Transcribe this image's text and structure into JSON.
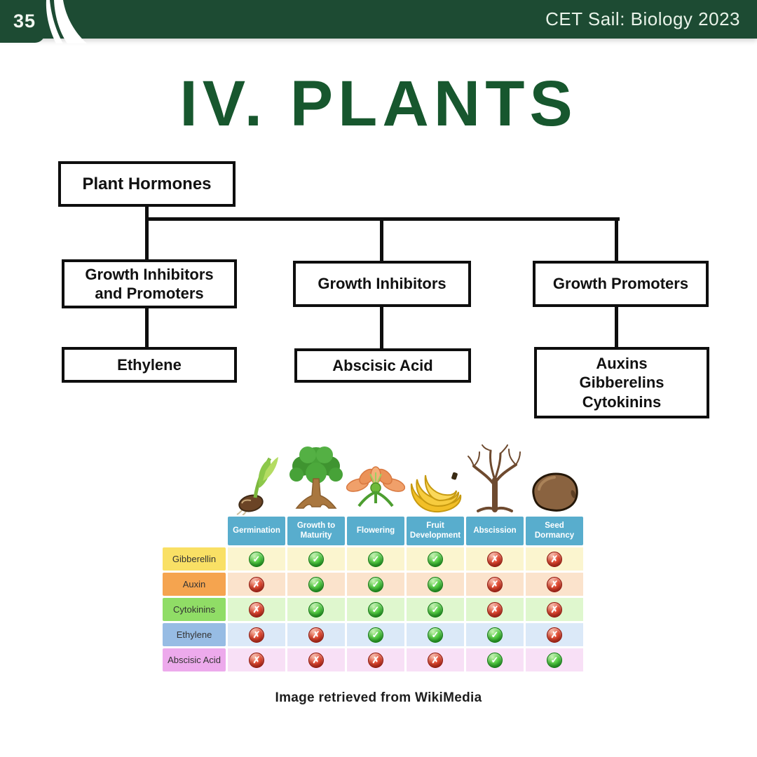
{
  "header": {
    "page_number": "35",
    "title": "CET Sail: Biology 2023",
    "bar_color": "#1d4b33"
  },
  "slide": {
    "title": "IV. PLANTS",
    "title_color": "#17572e",
    "caption": "Image retrieved from WikiMedia"
  },
  "flowchart": {
    "root": "Plant Hormones",
    "branch1": "Growth Inhibitors\nand Promoters",
    "branch2": "Growth Inhibitors",
    "branch3": "Growth Promoters",
    "leaf1": "Ethylene",
    "leaf2": "Abscisic Acid",
    "leaf3": "Auxins\nGibberelins\nCytokinins"
  },
  "icons": [
    "germination-seedling-icon",
    "mature-tree-icon",
    "flower-icon",
    "bananas-icon",
    "bare-tree-icon",
    "dormant-seed-icon"
  ],
  "table": {
    "header_color": "#58adcd",
    "check_color": "#2fa82f",
    "cross_color": "#c2301f",
    "check_glyph": "✓",
    "cross_glyph": "✗",
    "columns": [
      "Germination",
      "Growth to\nMaturity",
      "Flowering",
      "Fruit\nDevelopment",
      "Abscission",
      "Seed\nDormancy"
    ],
    "rows": [
      {
        "label": "Gibberellin",
        "label_color": "#f9e065",
        "row_color": "#fbf5cf",
        "values": [
          true,
          true,
          true,
          true,
          false,
          false
        ]
      },
      {
        "label": "Auxin",
        "label_color": "#f5a44f",
        "row_color": "#fbe3cc",
        "values": [
          false,
          true,
          true,
          true,
          false,
          false
        ]
      },
      {
        "label": "Cytokinins",
        "label_color": "#90dd66",
        "row_color": "#dff7ce",
        "values": [
          false,
          true,
          true,
          true,
          false,
          false
        ]
      },
      {
        "label": "Ethylene",
        "label_color": "#97bce4",
        "row_color": "#dbe9f8",
        "values": [
          false,
          false,
          true,
          true,
          true,
          false
        ]
      },
      {
        "label": "Abscisic Acid",
        "label_color": "#edaaec",
        "row_color": "#f8e0f6",
        "values": [
          false,
          false,
          false,
          false,
          true,
          true
        ]
      }
    ]
  }
}
